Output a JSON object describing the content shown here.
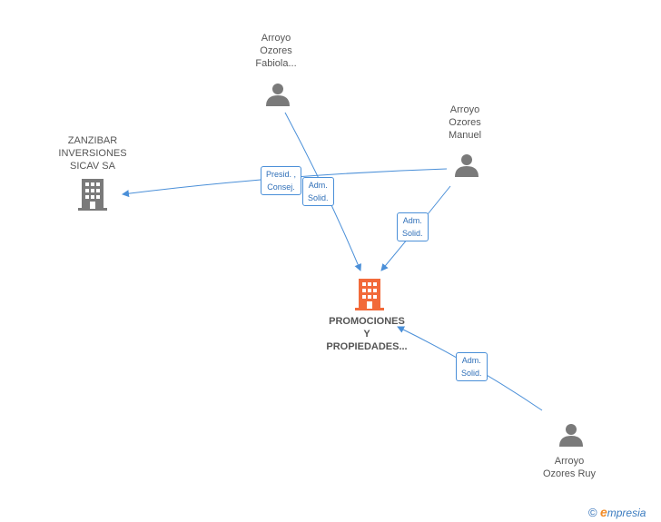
{
  "colors": {
    "edge": "#4a8fd8",
    "person_icon": "#7a7a7a",
    "company_icon": "#7a7a7a",
    "main_company_icon": "#f26a3a"
  },
  "nodes": {
    "fabiola": {
      "lines": [
        "Arroyo",
        "Ozores",
        "Fabiola..."
      ],
      "icon": "person-icon"
    },
    "manuel": {
      "lines": [
        "Arroyo",
        "Ozores",
        "Manuel"
      ],
      "icon": "person-icon"
    },
    "zanzibar": {
      "lines": [
        "ZANZIBAR",
        "INVERSIONES",
        "SICAV SA"
      ],
      "icon": "building-icon"
    },
    "main": {
      "lines": [
        "PROMOCIONES",
        "Y",
        "PROPIEDADES..."
      ],
      "icon": "building-icon"
    },
    "ruy": {
      "lines": [
        "Arroyo",
        "Ozores Ruy"
      ],
      "icon": "person-icon"
    }
  },
  "edge_labels": {
    "presid": [
      "Presid. ,",
      "Consej."
    ],
    "adm_fabiola": [
      "Adm.",
      "Solid."
    ],
    "adm_manuel": [
      "Adm.",
      "Solid."
    ],
    "adm_ruy": [
      "Adm.",
      "Solid."
    ]
  },
  "footer": {
    "copyright": "©",
    "brand_initial": "e",
    "brand_rest": "mpresia"
  }
}
